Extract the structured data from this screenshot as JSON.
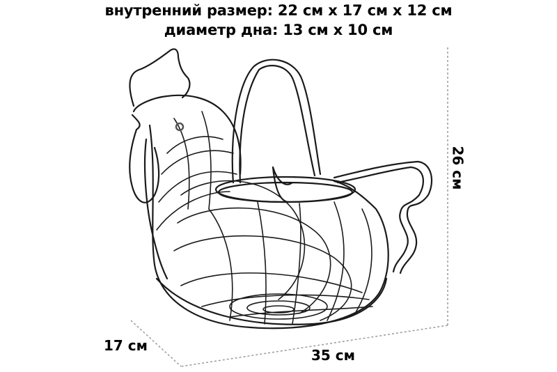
{
  "header": {
    "line1": "внутренний размер: 22 см х 17 см х 12 см",
    "line2": "диаметр дна: 13 см х 10 см"
  },
  "dimensions": {
    "height_label": "26 см",
    "width_label": "35 см",
    "depth_label": "17 см"
  },
  "product": {
    "subject": "wire chicken egg basket",
    "color": "#1a1a1a"
  },
  "colors": {
    "dashed_line": "#9a9a9a",
    "text": "#000000",
    "background": "#ffffff"
  }
}
